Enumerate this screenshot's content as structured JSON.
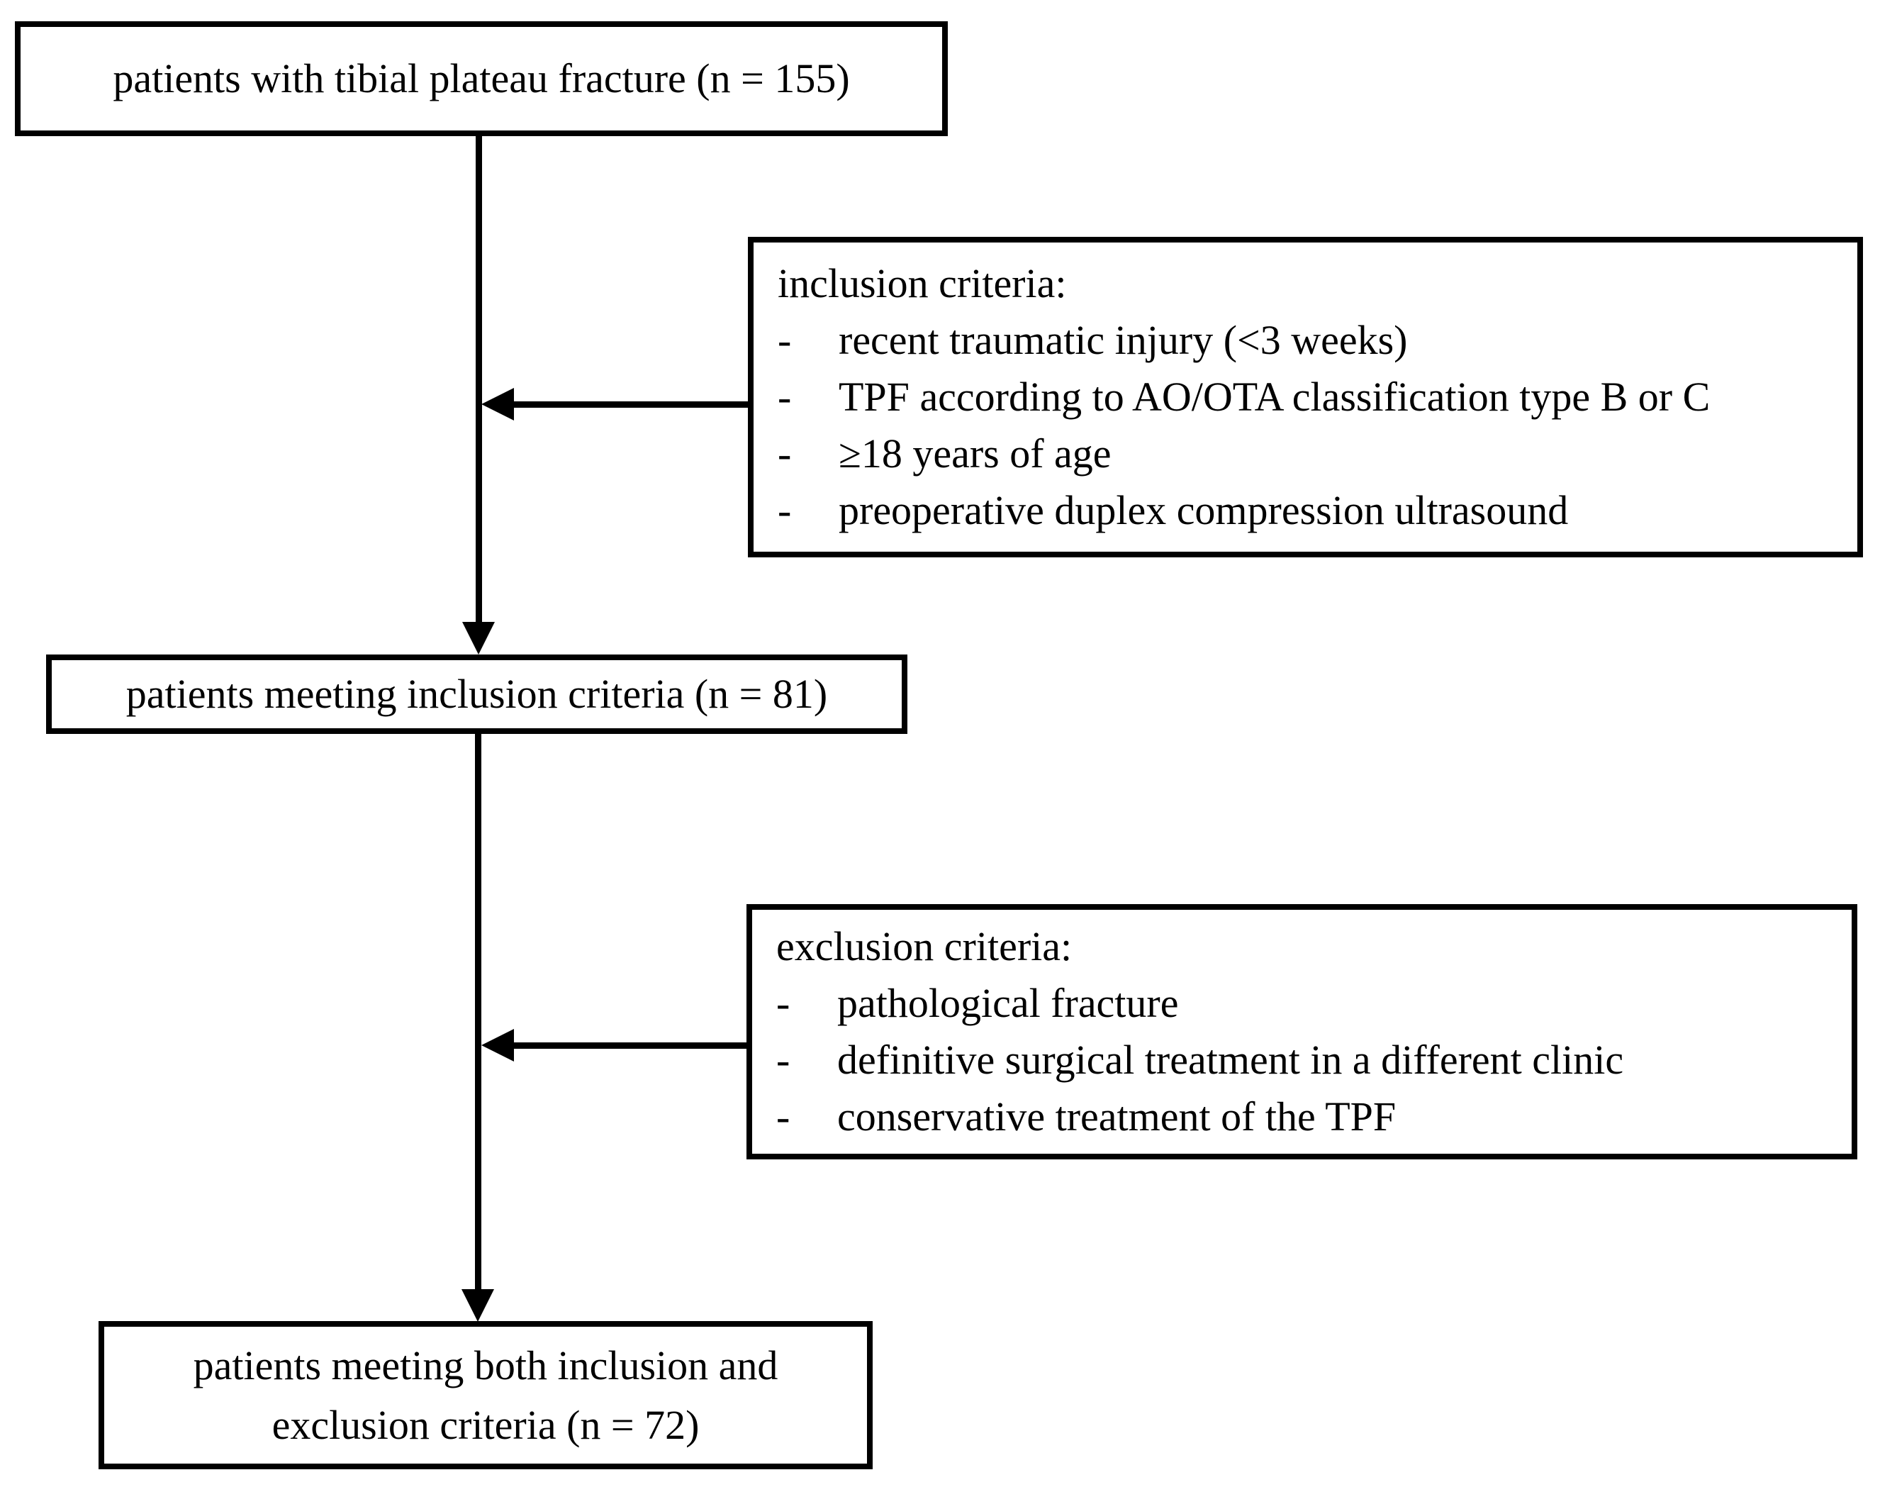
{
  "diagram": {
    "background_color": "#ffffff",
    "ink_color": "#000000",
    "bullet_char": "-",
    "boxes": {
      "start": {
        "label": "patients with tibial plateau fracture (n = 155)"
      },
      "inclusion": {
        "title": "inclusion criteria:",
        "items": [
          "recent traumatic injury (<3 weeks)",
          "TPF according to AO/OTA classification type B or C",
          "≥18 years of age",
          "preoperative duplex compression ultrasound"
        ]
      },
      "inclusion_met": {
        "label": "patients meeting inclusion criteria (n = 81)"
      },
      "exclusion": {
        "title": "exclusion criteria:",
        "items": [
          "pathological fracture",
          "definitive surgical treatment in a different clinic",
          "conservative treatment of the TPF"
        ]
      },
      "final": {
        "label_line1": "patients meeting both inclusion and",
        "label_line2": "exclusion criteria (n = 72)"
      }
    }
  }
}
